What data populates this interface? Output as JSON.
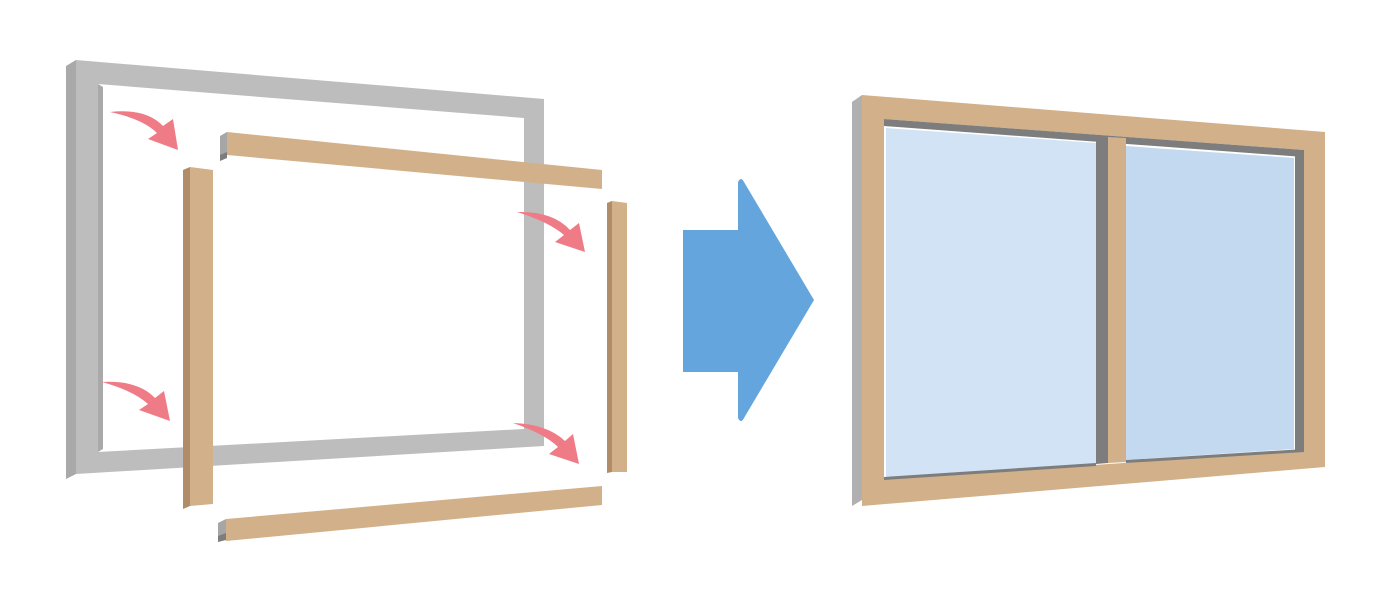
{
  "diagram": {
    "colors": {
      "background": "#ffffff",
      "old_frame": "#bdbdbd",
      "old_frame_side": "#a9a9a9",
      "wood": "#d2b089",
      "wood_side": "#b08c68",
      "metal_lip": "#a6a6a6",
      "arrow_pink": "#ef7b86",
      "process_arrow": "#64a5dd",
      "glass_left": "#d1e3f4",
      "glass_right": "#c3d9f0",
      "frame_shadow": "#7d7d7d",
      "frame_edge": "#b0b0b0"
    },
    "before": {
      "old_frame": {
        "icon": "old-window-frame"
      },
      "new_trim_pieces": [
        {
          "name": "top-trim-piece",
          "icon": "wood-trim-bar"
        },
        {
          "name": "left-trim-piece",
          "icon": "wood-trim-bar"
        },
        {
          "name": "right-trim-piece",
          "icon": "wood-trim-bar"
        },
        {
          "name": "bottom-trim-piece",
          "icon": "wood-trim-bar"
        }
      ],
      "placement_arrows": [
        {
          "corner": "top-left",
          "icon": "curved-arrow"
        },
        {
          "corner": "bottom-left",
          "icon": "curved-arrow"
        },
        {
          "corner": "top-right",
          "icon": "curved-arrow"
        },
        {
          "corner": "bottom-right",
          "icon": "curved-arrow"
        }
      ]
    },
    "process_arrow": {
      "icon": "right-arrow",
      "direction": "right"
    },
    "after": {
      "window": {
        "icon": "double-pane-window",
        "panes": 2
      }
    }
  }
}
